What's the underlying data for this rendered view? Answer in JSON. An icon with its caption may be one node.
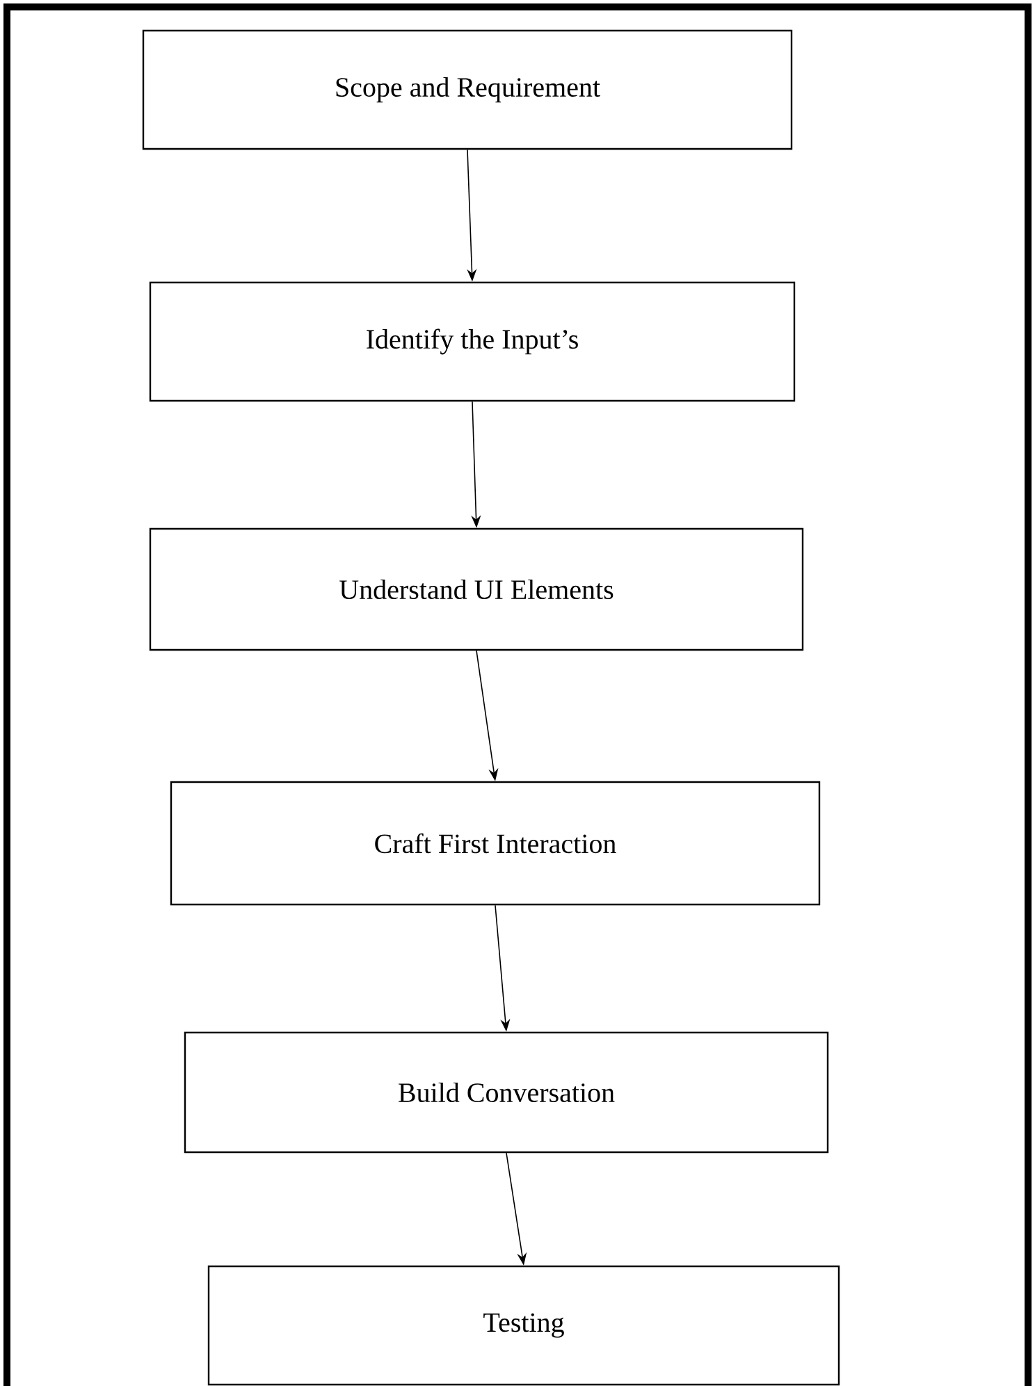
{
  "diagram": {
    "nodes": [
      {
        "text": [
          "Scope and Requirement"
        ]
      },
      {
        "text": [
          "Identify the Input’s"
        ]
      },
      {
        "text": [
          "Understand UI Elements"
        ]
      },
      {
        "text": [
          "Craft First Interaction"
        ]
      },
      {
        "text": [
          "Build Conversation"
        ]
      },
      {
        "text": [
          "Testing"
        ]
      }
    ],
    "edges": [
      {
        "from": 0,
        "to": 1,
        "arrow": "to"
      },
      {
        "from": 1,
        "to": 2,
        "arrow": "to"
      },
      {
        "from": 2,
        "to": 3,
        "arrow": "to"
      },
      {
        "from": 3,
        "to": 4,
        "arrow": "to"
      },
      {
        "from": 4,
        "to": 5,
        "arrow": "to"
      }
    ]
  }
}
